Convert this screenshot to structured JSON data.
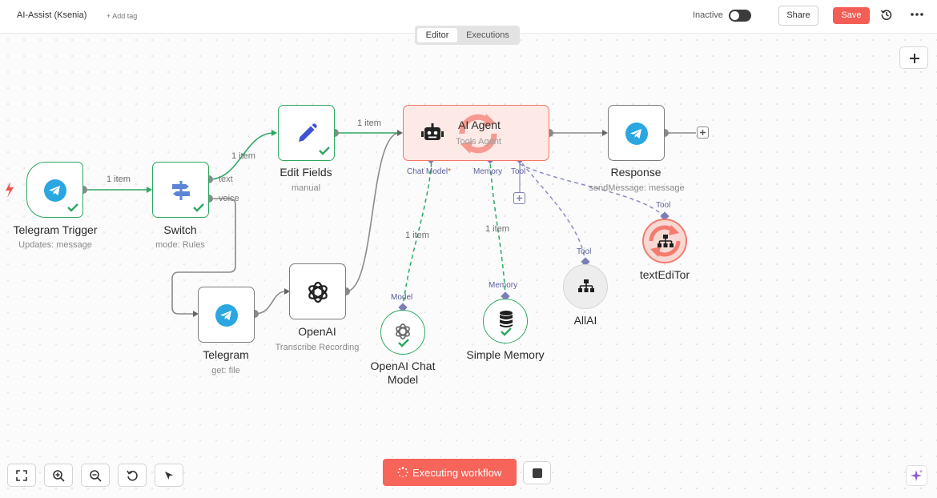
{
  "header": {
    "workflow_name": "AI-Assist (Ksenia)",
    "add_tag": "+ Add tag",
    "active_label": "Inactive",
    "share_label": "Share",
    "save_label": "Save"
  },
  "tabs": [
    {
      "label": "Editor",
      "active": true
    },
    {
      "label": "Executions",
      "active": false
    }
  ],
  "nodes": {
    "telegram_trigger": {
      "name": "Telegram Trigger",
      "subtitle": "Updates: message",
      "status": "success"
    },
    "switch": {
      "name": "Switch",
      "subtitle": "mode: Rules",
      "status": "success",
      "outputs": [
        "text",
        "voice"
      ]
    },
    "edit_fields": {
      "name": "Edit Fields",
      "subtitle": "manual",
      "status": "success"
    },
    "ai_agent": {
      "name": "AI Agent",
      "subtitle": "Tools Agent",
      "status": "running",
      "ports": [
        "Chat Model",
        "Memory",
        "Tool"
      ],
      "required_marker": "*"
    },
    "response": {
      "name": "Response",
      "subtitle": "sendMessage: message"
    },
    "telegram": {
      "name": "Telegram",
      "subtitle": "get: file"
    },
    "openai": {
      "name": "OpenAI",
      "subtitle": "Transcribe Recording"
    },
    "openai_chat_model": {
      "name": "OpenAI Chat Model",
      "port": "Model",
      "status": "success"
    },
    "simple_memory": {
      "name": "Simple Memory",
      "port": "Memory",
      "status": "success"
    },
    "allai": {
      "name": "AllAI",
      "port": "Tool"
    },
    "text_editor": {
      "name": "textEdiTor",
      "port": "Tool",
      "status": "running"
    }
  },
  "edge_labels": {
    "trigger_to_switch": "1 item",
    "switch_to_edit": "1 item",
    "edit_to_agent": "1 item",
    "model_to_agent": "1 item",
    "memory_to_agent": "1 item"
  },
  "bottom": {
    "execute_label": "Executing workflow"
  },
  "colors": {
    "accent": "#f45d55",
    "success": "#2ea863",
    "agent_bg": "#fde9e5",
    "sub_port": "#7a7fb5"
  },
  "icons": [
    "telegram-icon",
    "route-icon",
    "pencil-icon",
    "robot-icon",
    "openai-icon",
    "database-icon",
    "sitemap-icon",
    "history-icon",
    "more-icon",
    "plus-icon",
    "fit-view-icon",
    "zoom-in-icon",
    "zoom-out-icon",
    "undo-icon",
    "cursor-icon",
    "stop-icon",
    "sparkle-icon",
    "spinner-icon",
    "lightning-icon"
  ]
}
